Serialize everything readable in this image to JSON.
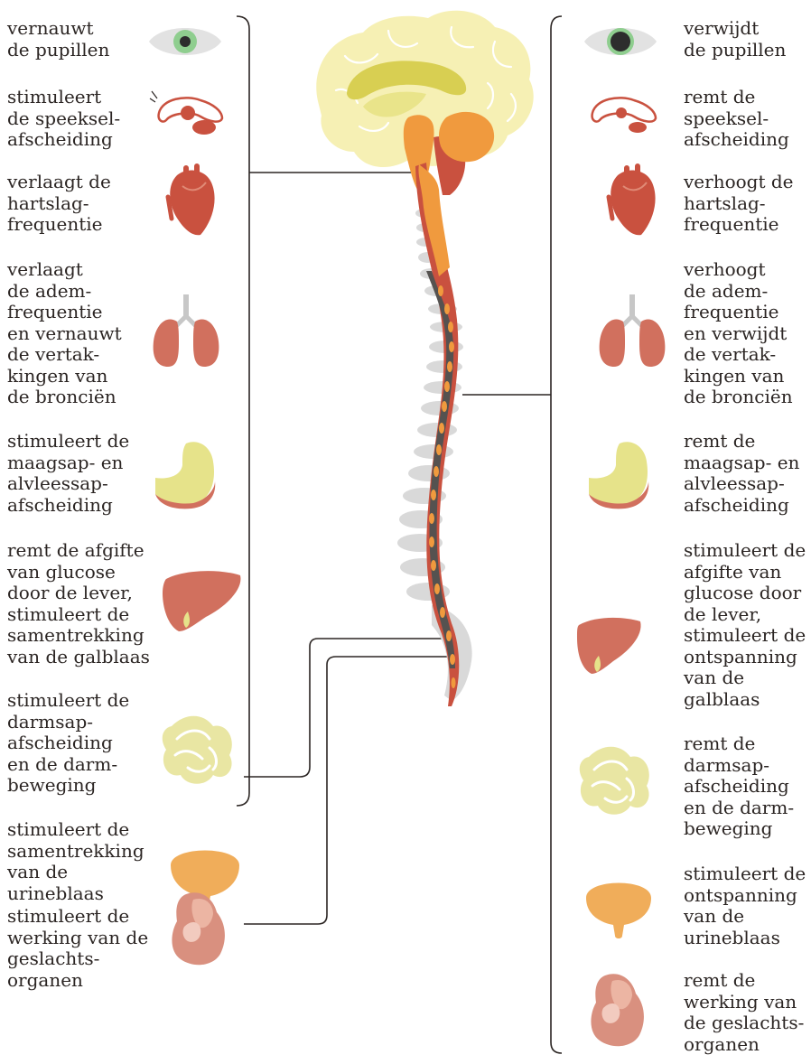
{
  "left": {
    "labels": [
      "vernauwt\nde pupillen",
      "stimuleert\nde speeksel-\nafscheiding",
      "verlaagt de\nhartslag-\nfrequentie",
      "verlaagt\nde adem-\nfrequentie\nen vernauwt\nde vertak-\nkingen van\nde bronciën",
      "stimuleert de\nmaagsap- en\nalvleessap-\nafscheiding",
      "remt de afgifte\nvan glucose\ndoor de lever,\nstimuleert de\nsamentrekking\nvan de galblaas",
      "stimuleert de\ndarmsap-\nafscheiding\nen de darm-\nbeweging",
      "stimuleert de\nsamentrekking\nvan de\nurineblaas",
      "stimuleert de\nwerking van de\ngeslachts-\norganen"
    ]
  },
  "right": {
    "labels": [
      "verwijdt\nde pupillen",
      "remt de\nspeeksel-\nafscheiding",
      "verhoogt de\nhartslag-\nfrequentie",
      "verhoogt\nde adem-\nfrequentie\nen verwijdt\nde vertak-\nkingen van\nde bronciën",
      "remt de\nmaagsap- en\nalvleessap-\nafscheiding",
      "stimuleert de\nafgifte van\nglucose door\nde lever,\nstimuleert de\nontspanning\nvan de\ngalblaas",
      "remt de\ndarmsap-\nafscheiding\nen de darm-\nbeweging",
      "stimuleert de\nontspanning\nvan de\nurineblaas",
      "remt de\nwerking van\nde geslachts-\norganen"
    ]
  },
  "icons": [
    "eye-icon",
    "salivary-gland-icon",
    "heart-icon",
    "lungs-icon",
    "stomach-icon",
    "liver-icon",
    "intestine-icon",
    "bladder-icon",
    "genital-organs-icon"
  ],
  "colors": {
    "brain": "#f6f0b4",
    "cerebellum_orange": "#f09a3e",
    "spine_red": "#c9513f",
    "vertebra_grey": "#d9d9d9",
    "organ_red": "#d1705e",
    "yellow": "#e6e38a",
    "line": "#2b2523"
  }
}
